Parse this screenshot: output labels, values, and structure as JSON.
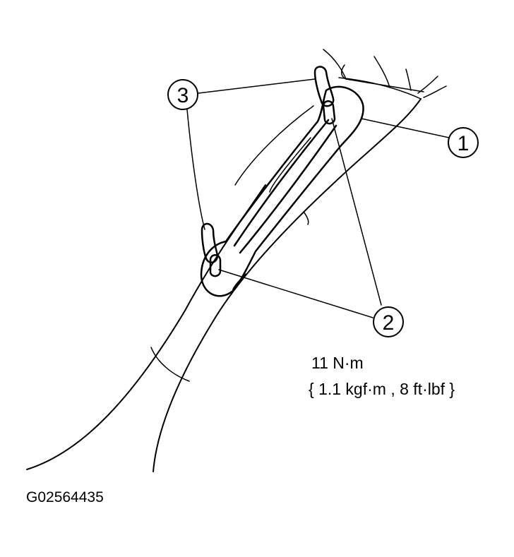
{
  "callouts": [
    {
      "number": "1",
      "part": "assist-handle"
    },
    {
      "number": "2",
      "part": "bolt"
    },
    {
      "number": "3",
      "part": "cover"
    }
  ],
  "torque": {
    "metric": "11 N·m",
    "imperial": "{ 1.1 kgf·m , 8 ft·lbf }"
  },
  "figure_code": "G02564435",
  "colors": {
    "line": "#000000",
    "background": "#ffffff"
  }
}
